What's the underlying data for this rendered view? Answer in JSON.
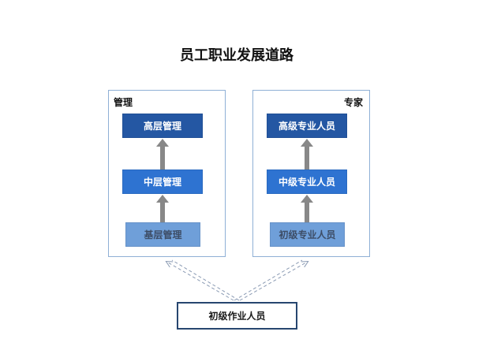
{
  "title": "员工职业发展道路",
  "management": {
    "label": "管理",
    "levels": [
      "高层管理",
      "中层管理",
      "基层管理"
    ]
  },
  "expert": {
    "label": "专家",
    "levels": [
      "高级专业人员",
      "中级专业人员",
      "初级专业人员"
    ]
  },
  "origin": "初级作业人员",
  "colors": {
    "top": "#2457a3",
    "mid": "#2e73d1",
    "base": "#6f9fd9",
    "border": "#8fb0d6",
    "arrow": "#888888",
    "origin_border": "#27466f"
  }
}
